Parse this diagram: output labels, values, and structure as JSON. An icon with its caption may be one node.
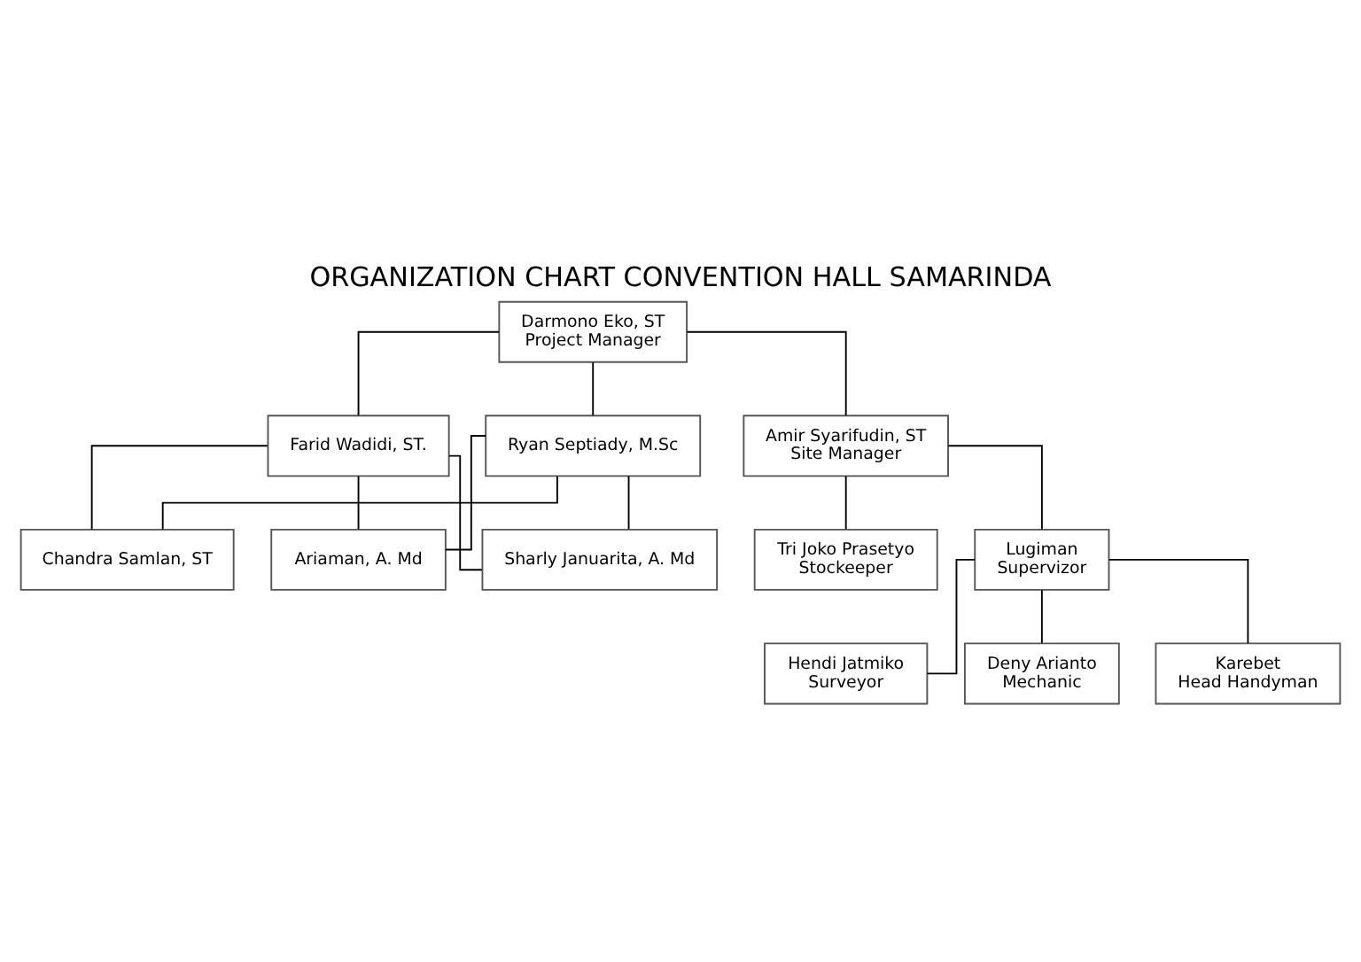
{
  "diagram": {
    "title": "ORGANIZATION CHART CONVENTION HALL SAMARINDA",
    "nodes": [
      {
        "text": [
          "Darmono Eko, ST",
          "Project Manager"
        ]
      },
      {
        "text": [
          "Ryan Septiady, M.Sc"
        ]
      },
      {
        "text": [
          "Farid Wadidi, ST."
        ]
      },
      {
        "text": [
          "Amir Syarifudin, ST",
          "Site Manager"
        ]
      },
      {
        "text": [
          "Lugiman",
          "Supervizor"
        ]
      },
      {
        "text": [
          "Tri Joko Prasetyo",
          "Stockeeper"
        ]
      },
      {
        "text": [
          "Chandra Samlan, ST"
        ]
      },
      {
        "text": [
          "Ariaman, A. Md"
        ]
      },
      {
        "text": [
          "Sharly Januarita, A. Md"
        ]
      },
      {
        "text": [
          "Hendi Jatmiko",
          "Surveyor"
        ]
      },
      {
        "text": [
          "Deny Arianto",
          "Mechanic"
        ]
      },
      {
        "text": [
          "Karebet",
          "Head Handyman"
        ]
      }
    ],
    "edges": [
      {
        "from": 0,
        "to": 1,
        "arrow": "none"
      },
      {
        "from": 0,
        "to": 2,
        "arrow": "none"
      },
      {
        "from": 0,
        "to": 3,
        "arrow": "none"
      },
      {
        "from": 3,
        "to": 4,
        "arrow": "none"
      },
      {
        "from": 3,
        "to": 5,
        "arrow": "none"
      },
      {
        "from": 1,
        "to": 6,
        "arrow": "none"
      },
      {
        "from": 1,
        "to": 7,
        "arrow": "none"
      },
      {
        "from": 1,
        "to": 8,
        "arrow": "none"
      },
      {
        "from": 2,
        "to": 6,
        "arrow": "none"
      },
      {
        "from": 2,
        "to": 7,
        "arrow": "none"
      },
      {
        "from": 2,
        "to": 8,
        "arrow": "none"
      },
      {
        "from": 4,
        "to": 9,
        "arrow": "none"
      },
      {
        "from": 4,
        "to": 10,
        "arrow": "none"
      },
      {
        "from": 4,
        "to": 11,
        "arrow": "none"
      }
    ]
  }
}
